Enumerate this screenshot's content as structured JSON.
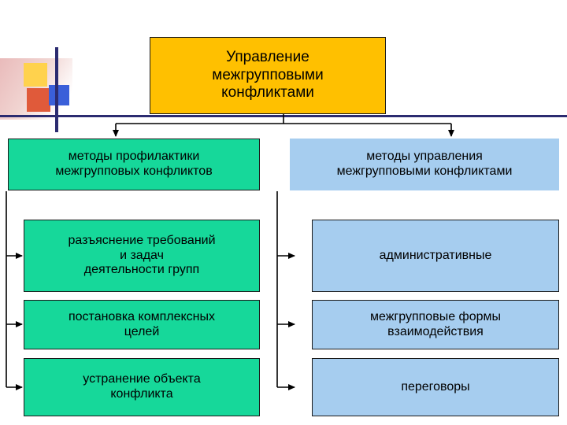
{
  "slide": {
    "title_box": {
      "text": "Управление межгрупповыми конфликтами",
      "lines": [
        "Управление",
        "межгрупповыми",
        "конфликтами"
      ],
      "color": "#ffc000"
    },
    "columns": [
      {
        "header": {
          "lines": [
            "методы профилактики",
            "межгрупповых конфликтов"
          ],
          "color": "#16d89a"
        },
        "items": [
          {
            "lines": [
              "разъяснение требований",
              "и задач",
              "деятельности групп"
            ],
            "color": "#16d89a"
          },
          {
            "lines": [
              "постановка комплексных",
              "целей"
            ],
            "color": "#16d89a"
          },
          {
            "lines": [
              "устранение объекта",
              "конфликта"
            ],
            "color": "#16d89a"
          }
        ]
      },
      {
        "header": {
          "lines": [
            "методы управления",
            "межгрупповыми конфликтами"
          ],
          "color": "#a6cdef"
        },
        "items": [
          {
            "lines": [
              "административные"
            ],
            "color": "#a6cdef"
          },
          {
            "lines": [
              "межгрупповые формы",
              "взаимодействия"
            ],
            "color": "#a6cdef"
          },
          {
            "lines": [
              "переговоры"
            ],
            "color": "#a6cdef"
          }
        ]
      }
    ],
    "decoration": {
      "colors": [
        "#ffd24d",
        "#e05a3a",
        "#3a5fd9",
        "#2b2b70"
      ]
    }
  }
}
